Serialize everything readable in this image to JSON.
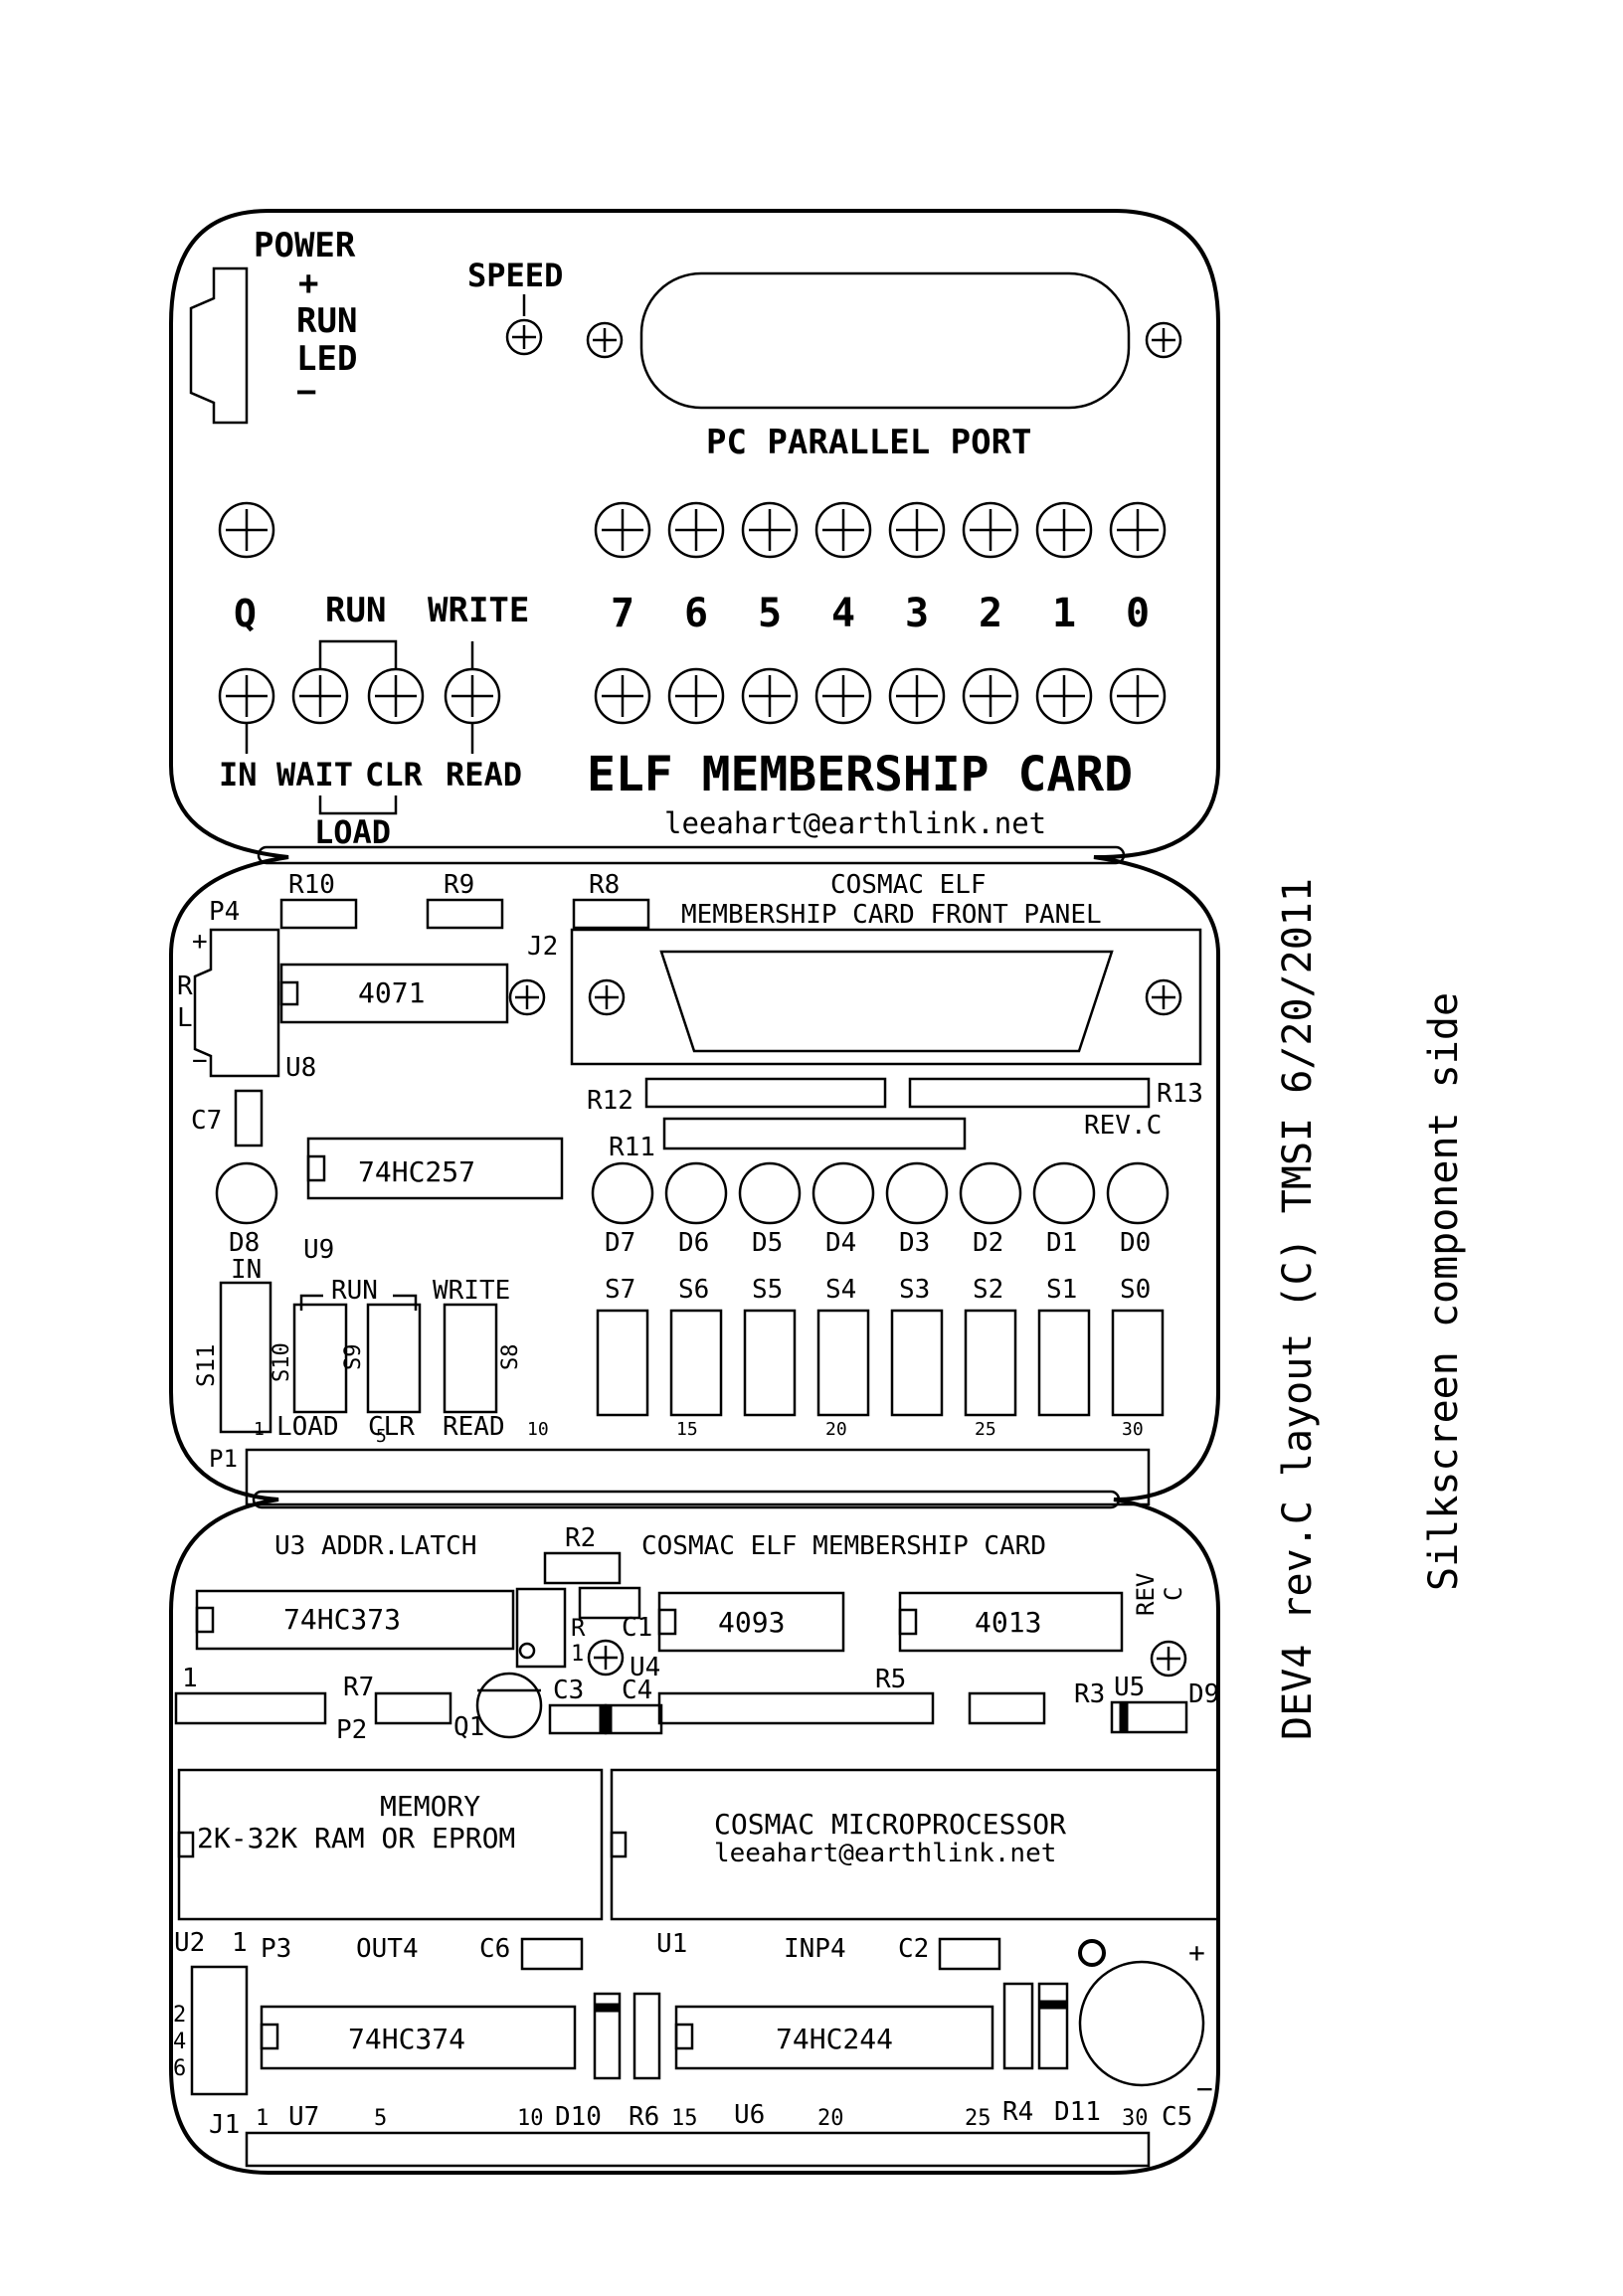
{
  "top": {
    "power": [
      "POWER",
      "+",
      "RUN",
      "LED",
      "−"
    ],
    "speed": "SPEED",
    "port": "PC PARALLEL PORT",
    "row_labels": {
      "q": "Q",
      "run": "RUN",
      "write": "WRITE"
    },
    "bits": [
      "7",
      "6",
      "5",
      "4",
      "3",
      "2",
      "1",
      "0"
    ],
    "bottom_labels": {
      "in": "IN",
      "wait": "WAIT",
      "clr": "CLR",
      "read": "READ",
      "load": "LOAD"
    },
    "card_title": "ELF MEMBERSHIP CARD",
    "email": "leeahart@earthlink.net"
  },
  "middle": {
    "r10": "R10",
    "r9": "R9",
    "r8": "R8",
    "title1": "COSMAC ELF",
    "title2": "MEMBERSHIP CARD FRONT PANEL",
    "p4": "P4",
    "plus": "+",
    "r_letter": "R",
    "l_letter": "L",
    "minus": "−",
    "ic_4071": "4071",
    "j2": "J2",
    "u8": "U8",
    "c7": "C7",
    "r12": "R12",
    "r13": "R13",
    "r11": "R11",
    "rev": "REV.C",
    "ic_74hc257": "74HC257",
    "leds": [
      "D7",
      "D6",
      "D5",
      "D4",
      "D3",
      "D2",
      "D1",
      "D0"
    ],
    "d8": "D8",
    "in_label": "IN",
    "u9": "U9",
    "run": "RUN",
    "write": "WRITE",
    "switches": [
      "S7",
      "S6",
      "S5",
      "S4",
      "S3",
      "S2",
      "S1",
      "S0"
    ],
    "s11": "S11",
    "s10": "S10",
    "s9": "S9",
    "s8": "S8",
    "pin1": "1",
    "load": "LOAD",
    "clr": "CLR",
    "read": "READ",
    "pin5": "5",
    "pins": [
      "10",
      "15",
      "20",
      "25",
      "30"
    ],
    "p1": "P1"
  },
  "bottom": {
    "u3": "U3 ADDR.LATCH",
    "r2": "R2",
    "title": "COSMAC ELF MEMBERSHIP CARD",
    "rev1": "REV",
    "rev2": "C",
    "ic_74hc373": "74HC373",
    "ic_4093": "4093",
    "ic_4013": "4013",
    "r_label": "R",
    "r_one": "1",
    "c1": "C1",
    "u4": "U4",
    "pin1": "1",
    "r7": "R7",
    "p2": "P2",
    "q1": "Q1",
    "c3": "C3",
    "c4": "C4",
    "r5": "R5",
    "r3": "R3",
    "u5": "U5",
    "d9": "D9",
    "memory1": "MEMORY",
    "memory2": "2K-32K RAM OR EPROM",
    "cpu1": "COSMAC MICROPROCESSOR",
    "cpu2": "leeahart@earthlink.net",
    "u2": "U2",
    "one": "1",
    "p3": "P3",
    "out4": "OUT4",
    "c6": "C6",
    "u1": "U1",
    "inp4": "INP4",
    "c2": "C2",
    "plus": "+",
    "p3_pins": [
      "2",
      "4",
      "6"
    ],
    "ic_74hc374": "74HC374",
    "ic_74hc244": "74HC244",
    "minus": "−",
    "j1": "J1",
    "j1_one": "1",
    "u7": "U7",
    "five": "5",
    "ten": "10",
    "d10": "D10",
    "r6": "R6",
    "fifteen": "15",
    "u6": "U6",
    "twenty": "20",
    "twentyfive": "25",
    "r4": "R4",
    "d11": "D11",
    "thirty": "30",
    "c5": "C5"
  },
  "side_text": {
    "main": "DEV4 rev.C layout (C) TMSI 6/20/2011",
    "sub": "Silkscreen component side"
  }
}
